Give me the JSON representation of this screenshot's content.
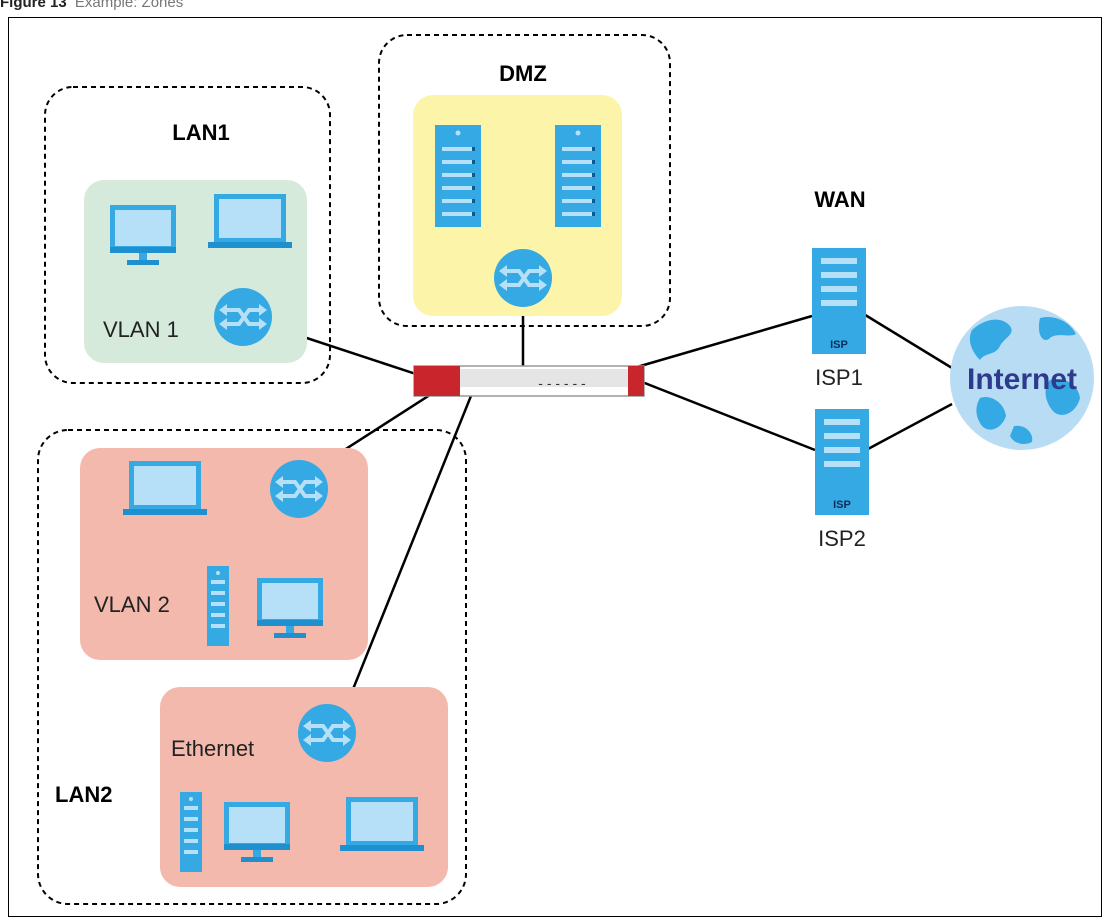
{
  "caption": {
    "figure": "Figure 13",
    "text": "Example: Zones"
  },
  "zones": {
    "dmz": "DMZ",
    "lan1": "LAN1",
    "lan2": "LAN2",
    "wan": "WAN"
  },
  "labels": {
    "vlan1": "VLAN 1",
    "vlan2": "VLAN 2",
    "ethernet": "Ethernet",
    "isp1": "ISP1",
    "isp2": "ISP2",
    "isp_badge": "ISP",
    "internet": "Internet",
    "firewall_dashes": "- - - - - -"
  },
  "colors": {
    "lan1_fill": "#d6eadb",
    "dmz_fill": "#fbf4a9",
    "lan2_fill": "#f4b9ad",
    "device_blue": "#35a9e4",
    "device_light": "#b6e0f7",
    "firewall_red": "#c8262c",
    "internet_globe": "#b9dcf5",
    "internet_text": "#2e3a8c"
  }
}
